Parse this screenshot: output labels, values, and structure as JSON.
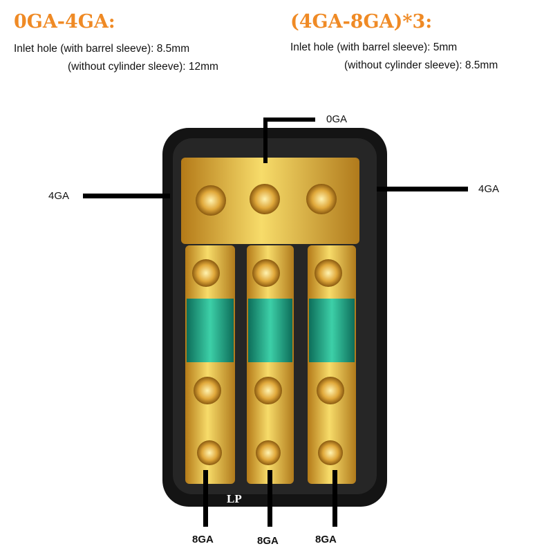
{
  "left_spec": {
    "title": "0GA-4GA:",
    "line1": "Inlet hole (with barrel sleeve): 8.5mm",
    "line2": "(without cylinder sleeve): 12mm"
  },
  "right_spec": {
    "title": "(4GA-8GA)*3:",
    "line1": "Inlet hole (with barrel sleeve): 5mm",
    "line2": "(without cylinder sleeve): 8.5mm"
  },
  "callouts": {
    "top": "0GA",
    "left": "4GA",
    "right": "4GA",
    "bottom": [
      "8GA",
      "8GA",
      "8GA"
    ]
  },
  "brand": "LP",
  "colors": {
    "accent": "#ef8a25",
    "gold": "#e0b43a",
    "fuse_green": "#1fa88a",
    "housing": "#141414"
  }
}
